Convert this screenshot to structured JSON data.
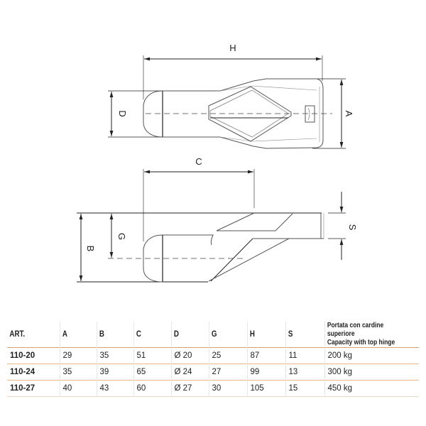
{
  "drawing": {
    "dimension_labels": {
      "H": "H",
      "D": "D",
      "A": "A",
      "C": "C",
      "G": "G",
      "B": "B",
      "S": "S"
    }
  },
  "table": {
    "headers": [
      "ART.",
      "A",
      "B",
      "C",
      "D",
      "G",
      "H",
      "S"
    ],
    "capacity_header_it": "Portata con cardine superiore",
    "capacity_header_en": "Capacity with top hinge",
    "rows": [
      [
        "110-20",
        "29",
        "35",
        "51",
        "Ø 20",
        "25",
        "87",
        "11",
        "200 kg"
      ],
      [
        "110-24",
        "35",
        "39",
        "65",
        "Ø 24",
        "27",
        "99",
        "13",
        "300 kg"
      ],
      [
        "110-27",
        "40",
        "43",
        "60",
        "Ø 27",
        "30",
        "105",
        "15",
        "450 kg"
      ]
    ]
  },
  "colors": {
    "rule": "#d9a070",
    "line": "#222222"
  }
}
